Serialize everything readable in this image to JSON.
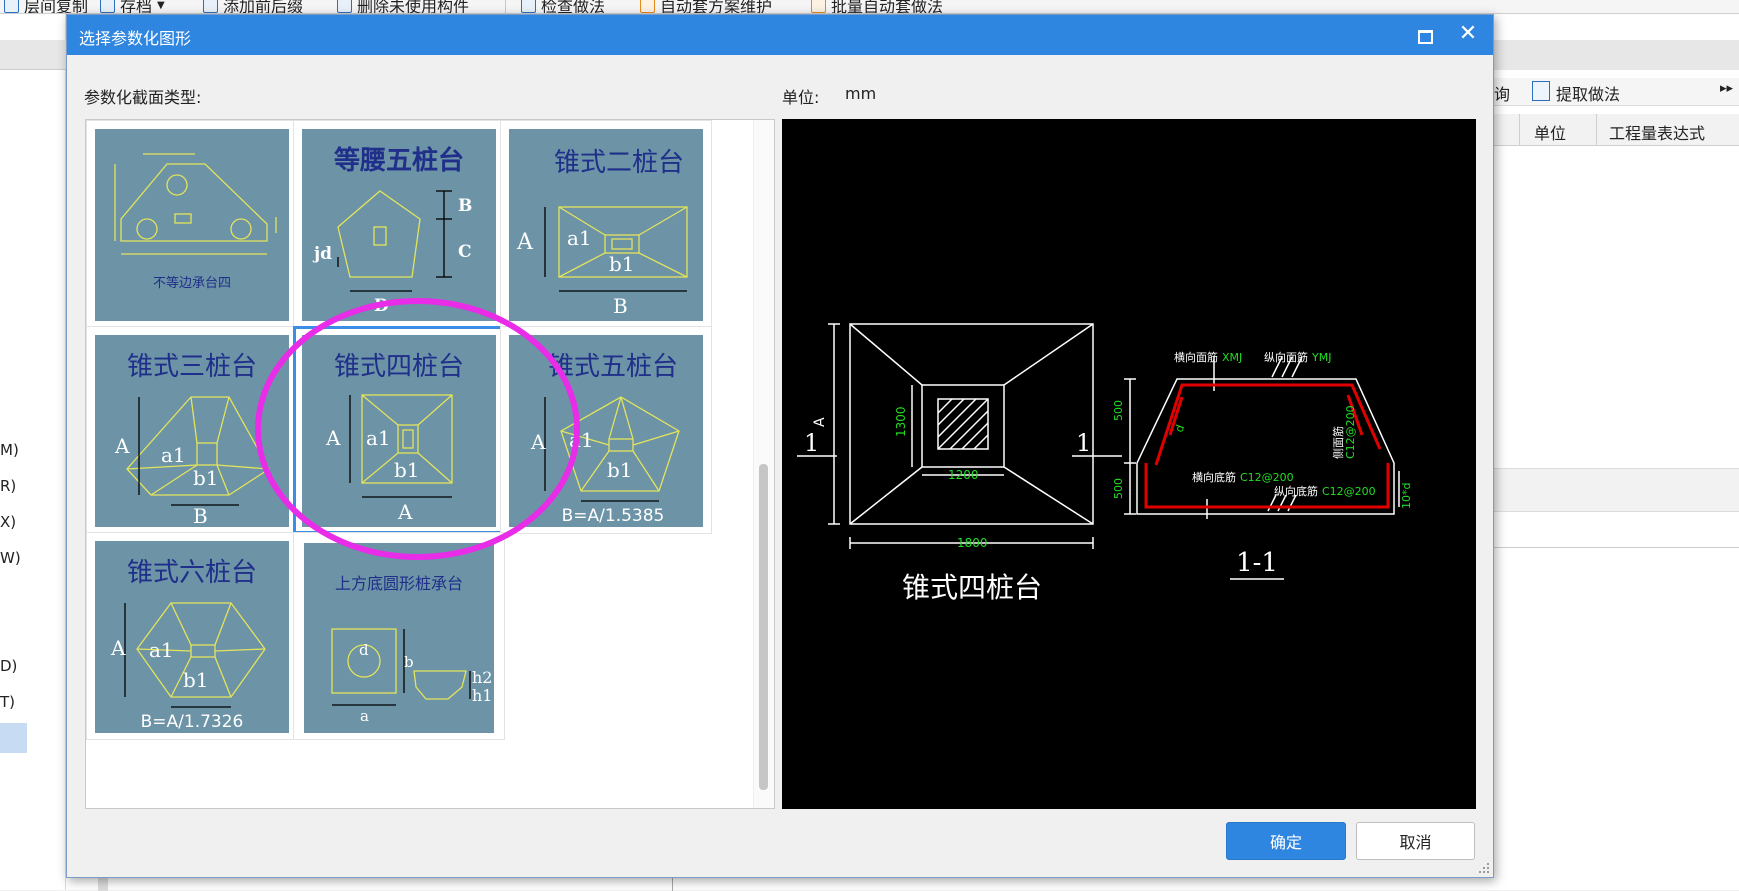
{
  "app_toolbar": {
    "items": [
      "层间复制",
      "存档",
      "添加前后缀",
      "删除未使用构件",
      "检查做法",
      "自动套方案维护",
      "批量自动套做法"
    ]
  },
  "background": {
    "left_keys": [
      "M)",
      "R)",
      "X)",
      "W)",
      "D)",
      "T)"
    ],
    "right_toolbar_query": "询",
    "right_toolbar_extract": "提取做法",
    "right_col_unit": "单位",
    "right_col_expr": "工程量表达式"
  },
  "dialog": {
    "title": "选择参数化图形",
    "section_label": "参数化截面类型:",
    "unit_label": "单位:",
    "unit_value": "mm",
    "ok_label": "确定",
    "cancel_label": "取消"
  },
  "shapes": [
    {
      "name": "不等边承台四",
      "title": "不等边承台四",
      "formula": ""
    },
    {
      "name": "等腰五桩台",
      "title": "等腰五桩台",
      "formula": ""
    },
    {
      "name": "锥式二桩台",
      "title": "锥式二桩台",
      "formula": ""
    },
    {
      "name": "锥式三桩台",
      "title": "锥式三桩台",
      "formula": ""
    },
    {
      "name": "锥式四桩台",
      "title": "锥式四桩台",
      "formula": "",
      "selected": true
    },
    {
      "name": "锥式五桩台",
      "title": "锥式五桩台",
      "formula": "B=A/1.5385"
    },
    {
      "name": "锥式六桩台",
      "title": "锥式六桩台",
      "formula": "B=A/1.7326"
    },
    {
      "name": "上方底圆形桩承台",
      "title": "上方底圆形桩承台",
      "formula": ""
    }
  ],
  "preview": {
    "plan_title": "锥式四桩台",
    "section_title": "1-1",
    "section_mark": "1",
    "dim_1300": "1300",
    "dim_1200": "1200",
    "dim_1800": "1800",
    "dim_A": "A",
    "dim_500_top": "500",
    "dim_500_bot": "500",
    "dim_10d": "10*d",
    "lbl_top_x": "横向面筋",
    "lbl_top_x_val": "XMJ",
    "lbl_top_y": "纵向面筋",
    "lbl_top_y_val": "YMJ",
    "lbl_side": "侧面筋",
    "lbl_side_val": "C12@200",
    "lbl_bot_x": "横向底筋",
    "lbl_bot_x_val": "C12@200",
    "lbl_bot_y": "纵向底筋",
    "lbl_bot_y_val": "C12@200",
    "lbl_d": "d"
  },
  "colors": {
    "title_bar": "#2f86e0",
    "thumb_bg": "#6c93a6",
    "thumb_line": "#e4e45c",
    "thumb_title": "#1f2f8a",
    "annotation": "#e82ce8",
    "preview_bg": "#000000",
    "rebar": "#e00000",
    "dim_green": "#22dd22"
  }
}
